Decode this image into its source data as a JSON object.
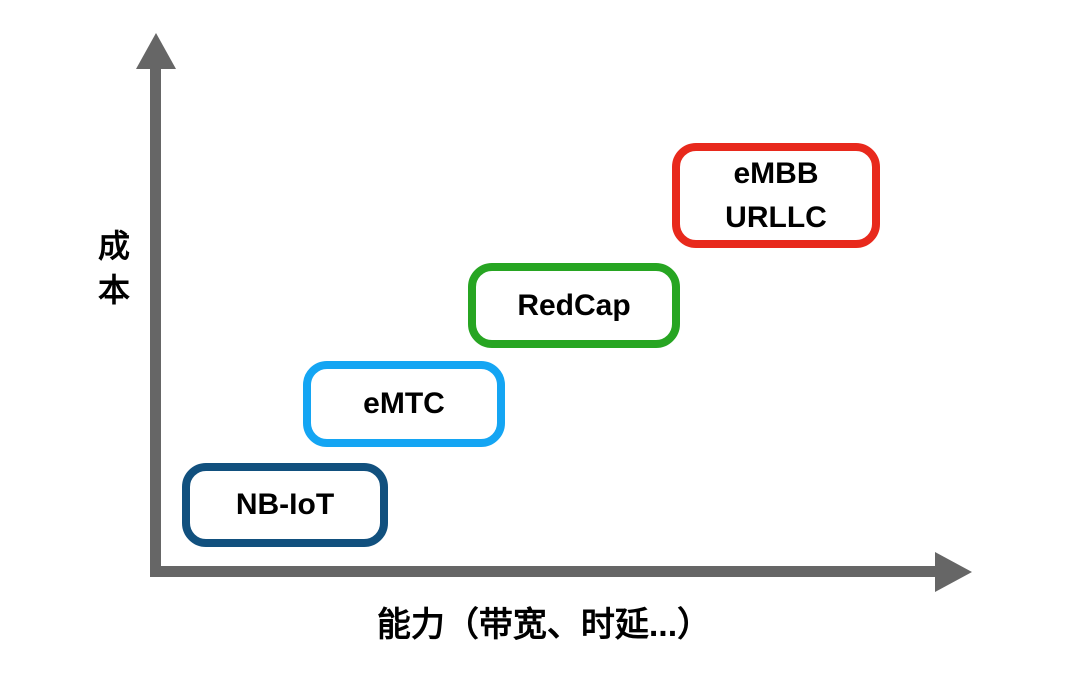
{
  "diagram": {
    "axes": {
      "x_label": "能力（带宽、时延...）",
      "y_label": "成本",
      "axis_color": "#666666",
      "label_color": "#000000"
    },
    "nodes": [
      {
        "id": "nb-iot",
        "lines": [
          "NB-IoT"
        ],
        "border_color": "#11507E"
      },
      {
        "id": "emtc",
        "lines": [
          "eMTC"
        ],
        "border_color": "#14A5F3"
      },
      {
        "id": "redcap",
        "lines": [
          "RedCap"
        ],
        "border_color": "#27A522"
      },
      {
        "id": "embb-urllc",
        "lines": [
          "eMBB",
          "URLLC"
        ],
        "border_color": "#E8291C"
      }
    ],
    "node_text_color": "#000000",
    "node_background": "#ffffff"
  }
}
